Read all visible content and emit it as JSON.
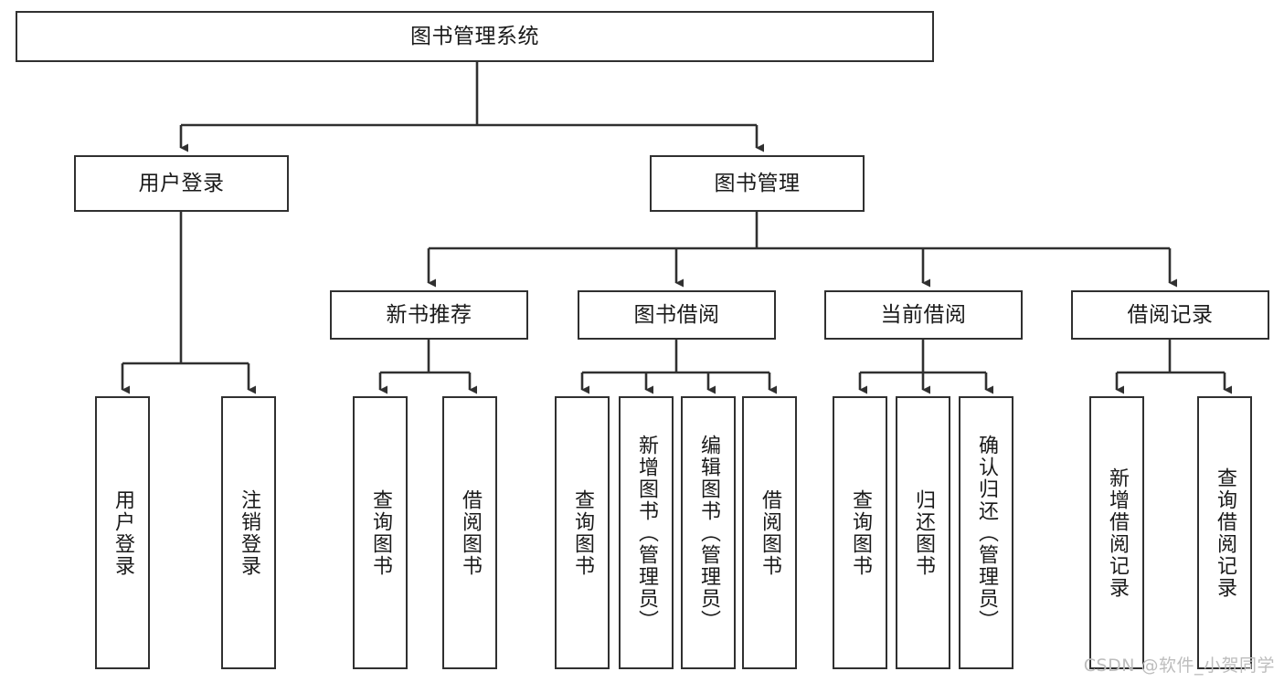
{
  "diagram": {
    "type": "tree",
    "title": "图书管理系统",
    "orientation": "top-down",
    "colors": {
      "node_border": "#303030",
      "node_fill": "#ffffff",
      "edge": "#303030",
      "text": "#1a1a1a",
      "watermark": "#bdbdbd",
      "background": "#ffffff"
    },
    "watermark": "CSDN @软件_小贺同学",
    "nodes": {
      "root": {
        "label": "图书管理系统"
      },
      "level2": [
        {
          "id": "user-login",
          "label": "用户登录"
        },
        {
          "id": "book-manage",
          "label": "图书管理"
        }
      ],
      "level3": [
        {
          "id": "new-book-recommend",
          "label": "新书推荐"
        },
        {
          "id": "book-borrow",
          "label": "图书借阅"
        },
        {
          "id": "current-borrow",
          "label": "当前借阅"
        },
        {
          "id": "borrow-record",
          "label": "借阅记录"
        }
      ],
      "leaves": {
        "user-login": [
          {
            "id": "leaf-user-login",
            "label": "用户登录"
          },
          {
            "id": "leaf-user-logout",
            "label": "注销登录"
          }
        ],
        "new-book-recommend": [
          {
            "id": "leaf-query-book-1",
            "label": "查询图书"
          },
          {
            "id": "leaf-borrow-book-1",
            "label": "借阅图书"
          }
        ],
        "book-borrow": [
          {
            "id": "leaf-query-book-2",
            "label": "查询图书"
          },
          {
            "id": "leaf-add-book",
            "label": "新增图书（管理员）"
          },
          {
            "id": "leaf-edit-book",
            "label": "编辑图书（管理员）"
          },
          {
            "id": "leaf-borrow-book-2",
            "label": "借阅图书"
          }
        ],
        "current-borrow": [
          {
            "id": "leaf-query-book-3",
            "label": "查询图书"
          },
          {
            "id": "leaf-return-book",
            "label": "归还图书"
          },
          {
            "id": "leaf-confirm-return",
            "label": "确认归还（管理员）"
          }
        ],
        "borrow-record": [
          {
            "id": "leaf-add-record",
            "label": "新增借阅记录"
          },
          {
            "id": "leaf-query-record",
            "label": "查询借阅记录"
          }
        ]
      }
    }
  }
}
